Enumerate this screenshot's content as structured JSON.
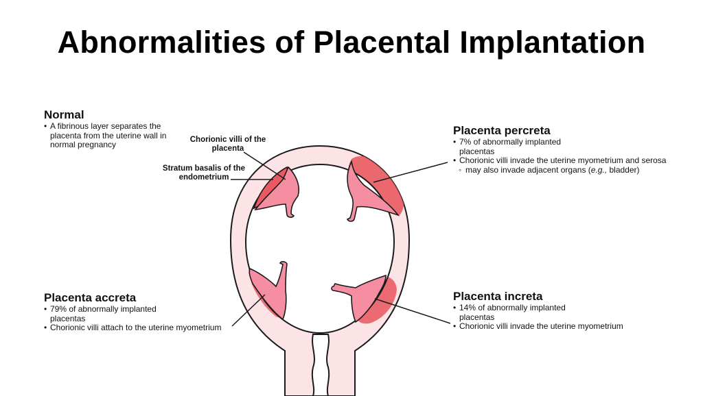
{
  "title": "Abnormalities of Placental Implantation",
  "normal": {
    "heading": "Normal",
    "bullets": [
      "A fibrinous layer separates the placenta from the uterine wall in normal pregnancy"
    ]
  },
  "percreta": {
    "heading": "Placenta percreta",
    "bullets": [
      "7% of abnormally implanted placentas",
      "Chorionic villi invade the uterine myometrium and serosa"
    ],
    "sub_bullet": "may also invade adjacent organs (",
    "sub_bullet_italic": "e.g.,",
    "sub_bullet_end": " bladder)"
  },
  "accreta": {
    "heading": "Placenta accreta",
    "bullets": [
      "79% of abnormally implanted placentas",
      "Chorionic villi attach to the uterine myometrium"
    ]
  },
  "increta": {
    "heading": "Placenta increta",
    "bullets": [
      "14% of abnormally implanted placentas",
      "Chorionic villi invade the uterine myometrium"
    ]
  },
  "labels": {
    "chorionic_villi": "Chorionic villi of the placenta",
    "stratum_basalis": "Stratum basalis of the endometrium"
  },
  "colors": {
    "uterine_wall": "#fbe3e6",
    "endometrium": "#f5b9c1",
    "villi": "#f48ea0",
    "invasion": "#e95a62",
    "outline": "#1a1a1a"
  }
}
